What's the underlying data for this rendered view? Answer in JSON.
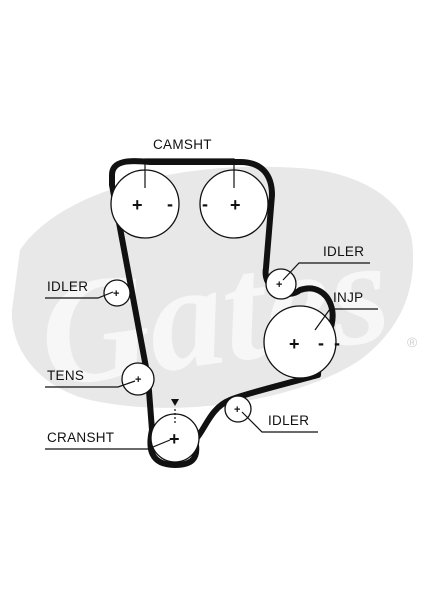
{
  "diagram": {
    "brand_logo_text": "Gates",
    "trademark_symbol": "®",
    "labels": {
      "camsht": "CAMSHT",
      "idler_top_right": "IDLER",
      "injp": "INJP",
      "idler_left": "IDLER",
      "tens": "TENS",
      "cransht": "CRANSHT",
      "idler_bottom_right": "IDLER"
    },
    "signs": {
      "plus": "+",
      "minus": "-"
    },
    "colors": {
      "belt": "#111111",
      "watermark": "#e6e6e6",
      "background": "#ffffff"
    },
    "icons": {
      "timing_mark": "triangle-down"
    }
  }
}
